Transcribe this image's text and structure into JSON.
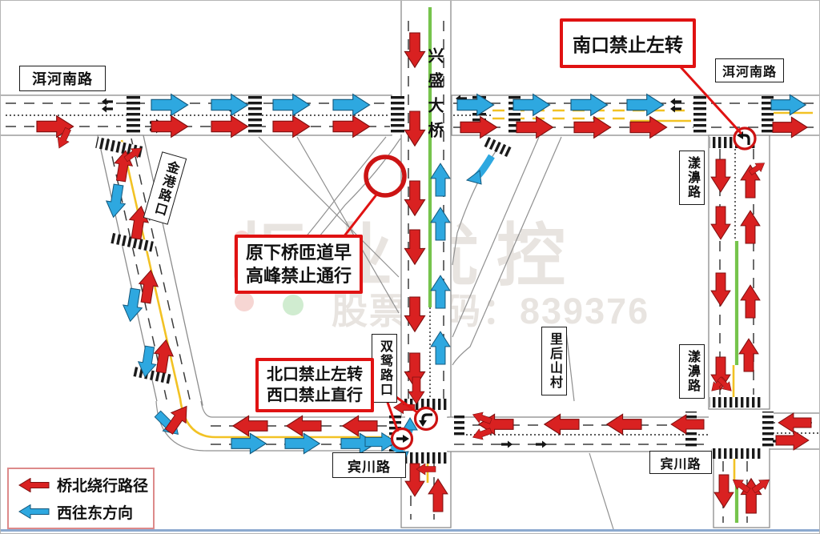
{
  "page": {
    "type": "traffic-detour-diagram"
  },
  "colors": {
    "detour_red": "#d92121",
    "west_east_blue": "#2ea8e0",
    "callout_red": "#e01212",
    "green_median": "#76c44c",
    "yellow_line": "#f2c224",
    "road_edge": "#8c8c8c",
    "watermark_pale": "#b8ae a0"
  },
  "road_labels": {
    "erhe_south_west": "洱河南路",
    "erhe_south_east": "洱河南路",
    "xingsheng_bridge": "兴盛大桥",
    "jingang_intersection": "金港路口",
    "shuangyuan_intersection": "双鸳路口",
    "lihou_village": "里后山村",
    "yangbi_north": "漾濞路",
    "yangbi_south": "漾濞路",
    "binchuan_west": "宾川路",
    "binchuan_east": "宾川路"
  },
  "callouts": {
    "south_no_left": "南口禁止左转",
    "ramp_line1": "原下桥匝道早",
    "ramp_line2": "高峰禁止通行",
    "north_west_line1": "北口禁止左转",
    "north_west_line2": "西口禁止直行"
  },
  "legend": {
    "items": [
      {
        "label": "桥北绕行路径",
        "color": "#d92121"
      },
      {
        "label": "西往东方向",
        "color": "#2ea8e0"
      }
    ]
  },
  "watermark": {
    "brand": "振业优控",
    "stock": "股票代码：839376"
  }
}
